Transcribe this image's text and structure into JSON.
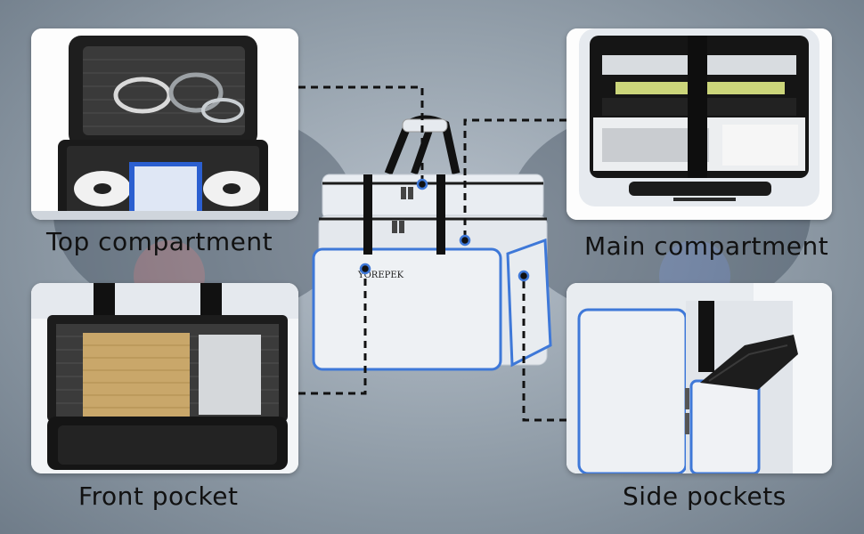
{
  "brand": {
    "name": "YOREPEK"
  },
  "panels": {
    "top_left": {
      "caption": "Top compartment"
    },
    "top_right": {
      "caption": "Main compartment"
    },
    "bottom_left": {
      "caption": "Front pocket"
    },
    "bottom_right": {
      "caption": "Side pockets"
    }
  },
  "colors": {
    "bag_body": "#e9edf2",
    "bag_trim": "#1b1b1b",
    "piping": "#3e78d8",
    "background": "#9aa6b2"
  }
}
